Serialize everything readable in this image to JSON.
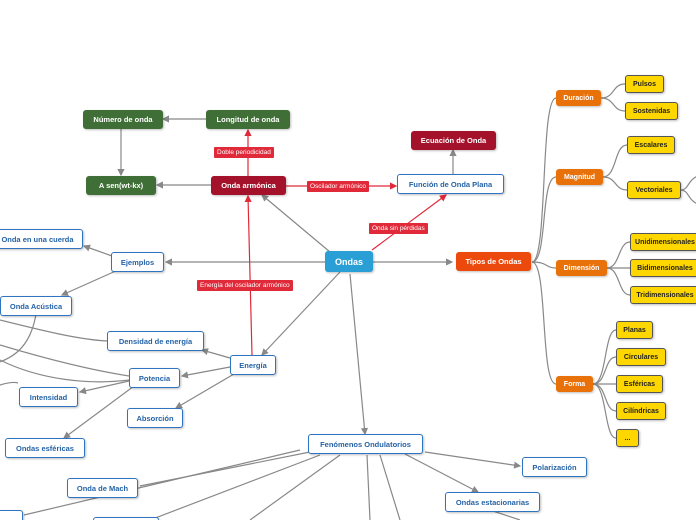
{
  "nodes": {
    "ondas": "Ondas",
    "tipos": "Tipos de Ondas",
    "duracion": "Duración",
    "pulsos": "Pulsos",
    "sostenidas": "Sostenidas",
    "magnitud": "Magnitud",
    "escalares": "Escalares",
    "vectoriales": "Vectoriales",
    "dimension": "Dimensión",
    "unidim": "Unidimensionales",
    "bidim": "Bidimensionales",
    "tridim": "Tridimensionales",
    "forma": "Forma",
    "planas": "Planas",
    "circulares": "Circulares",
    "esfericas": "Esféricas",
    "cilindricas": "Cilíndricas",
    "etc": "...",
    "numero_onda": "Número de onda",
    "longitud_onda": "Longitud de onda",
    "ecuacion_onda": "Ecuación de Onda",
    "a_sen": "A sen(wt-kx)",
    "onda_armonica": "Onda armónica",
    "funcion_onda_plana": "Función de Onda Plana",
    "onda_cuerda": "Onda en una cuerda",
    "ejemplos": "Ejemplos",
    "onda_acustica": "Onda Acústica",
    "densidad_energia": "Densidad de energía",
    "energia": "Energía",
    "potencia": "Potencia",
    "intensidad": "Intensidad",
    "absorcion": "Absorción",
    "ondas_esfericas": "Ondas esféricas",
    "fenomenos": "Fenómenos Ondulatorios",
    "polarizacion": "Polarización",
    "onda_mach": "Onda de Mach",
    "ondas_estacionarias": "Ondas estacionarias"
  },
  "labels": {
    "doble_periodicidad": "Doble periodicidad",
    "oscilador_armonico": "Oscilador armónico",
    "onda_sin_perdidas": "Onda sin pérdidas",
    "energia_oscilador": "Energía del oscilador armónico"
  },
  "colors": {
    "root": "#2a9fd6",
    "blue_border": "#2f74c0",
    "green": "#3f6f36",
    "red": "#a3122a",
    "orange": "#e8710a",
    "yellow": "#ffd700",
    "connector_gray": "#888888",
    "connector_red": "#e02a3a"
  }
}
